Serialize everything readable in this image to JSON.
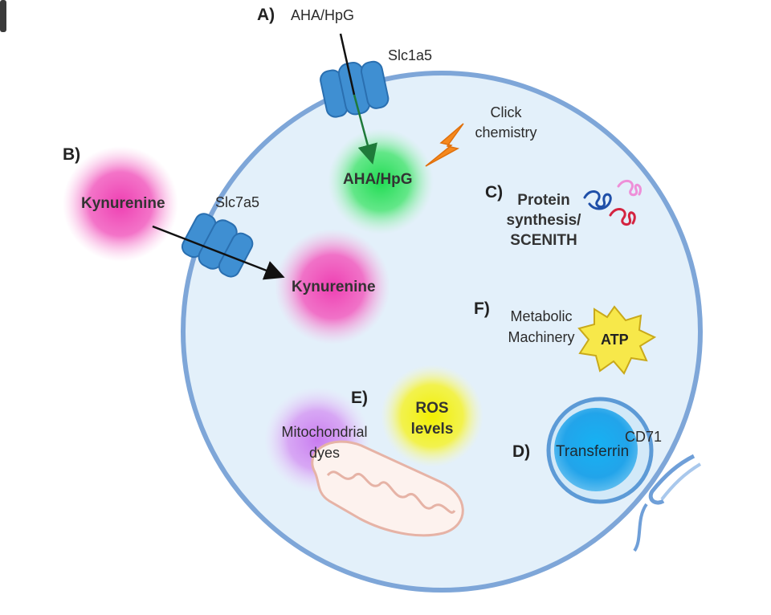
{
  "sections": {
    "a": "A)",
    "b": "B)",
    "c": "C)",
    "d": "D)",
    "e": "E)",
    "f": "F)"
  },
  "labels": {
    "aha_outside": "AHA/HpG",
    "slc1a5": "Slc1a5",
    "click_line1": "Click",
    "click_line2": "chemistry",
    "aha_inside": "AHA/HpG",
    "kyn_outside": "Kynurenine",
    "slc7a5": "Slc7a5",
    "kyn_inside": "Kynurenine",
    "protein_line1": "Protein",
    "protein_line2": "synthesis/",
    "protein_line3": "SCENITH",
    "metabolic_line1": "Metabolic",
    "metabolic_line2": "Machinery",
    "atp": "ATP",
    "ros_line1": "ROS",
    "ros_line2": "levels",
    "mito_line1": "Mitochondrial",
    "mito_line2": "dyes",
    "transferrin": "Transferrin",
    "cd71": "CD71"
  },
  "colors": {
    "cell_fill": "#e3f0fa",
    "cell_border": "#7ea6d8",
    "transporter": "#3f8fd2",
    "kynurenine": "#ee3fb2",
    "aha": "#36e06a",
    "ros": "#f4f20a",
    "mito_dye": "#c884ef",
    "transferrin": "#1aa7ee",
    "atp": "#f7e84a",
    "lightning": "#f5891e",
    "arrow_green": "#1f7a3a"
  },
  "icons": [
    "transporter-slc1a5-icon",
    "transporter-slc7a5-icon",
    "lightning-icon",
    "protein-squiggle-icon",
    "atp-starburst-icon",
    "mitochondrion-icon",
    "endosome-icon"
  ]
}
